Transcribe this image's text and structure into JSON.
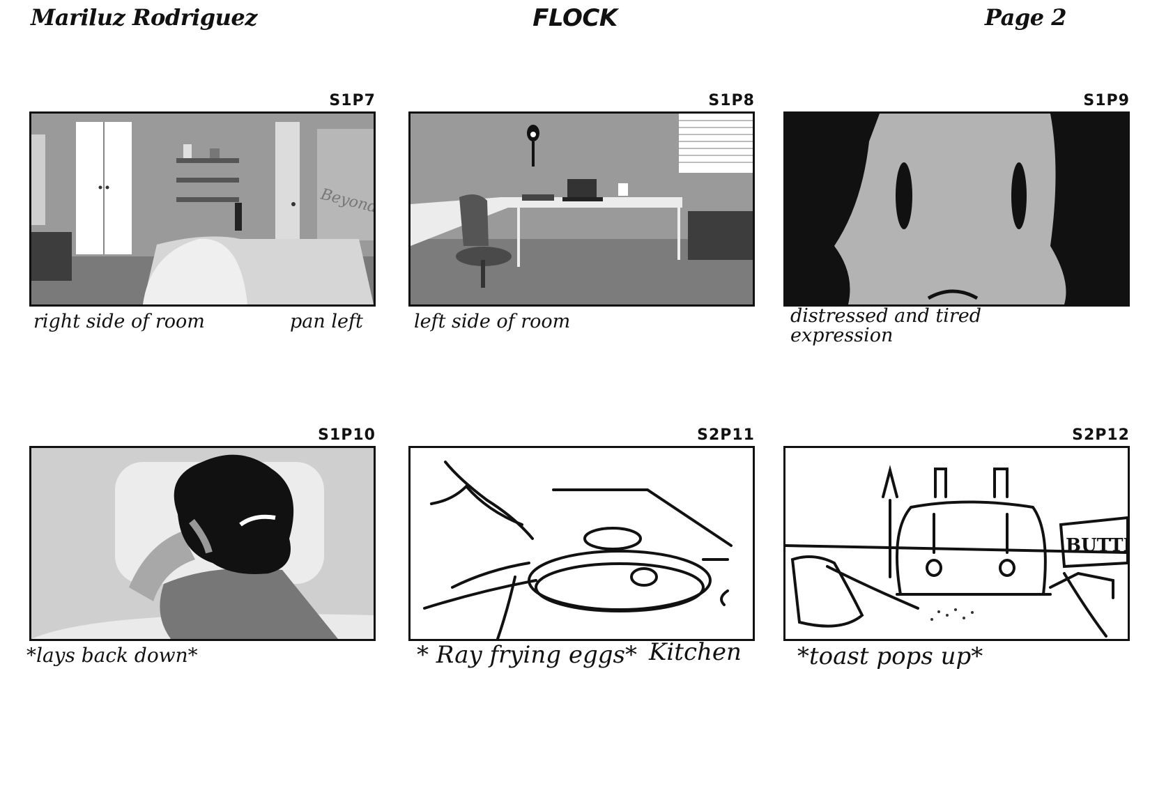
{
  "header": {
    "artist": "Mariluz Rodriguez",
    "title": "FLOCK",
    "page": "Page 2"
  },
  "panels": [
    {
      "id": "S1P7",
      "captions": [
        "right side of room",
        "pan left"
      ]
    },
    {
      "id": "S1P8",
      "captions": [
        "left side of room"
      ]
    },
    {
      "id": "S1P9",
      "captions": [
        "distressed and tired expression"
      ]
    },
    {
      "id": "S1P10",
      "captions": [
        "*lays back down*"
      ]
    },
    {
      "id": "S2P11",
      "captions": [
        "* Ray frying eggs*",
        "Kitchen"
      ]
    },
    {
      "id": "S2P12",
      "captions": [
        "*toast pops up*"
      ]
    }
  ],
  "drawing_text": {
    "poster": "Beyond T",
    "butter": "BUTTE"
  },
  "colors": {
    "ink": "#111111",
    "wall": "#9a9a9a",
    "wall_light": "#b5b5b5",
    "floor": "#808080",
    "paper": "#ffffff"
  }
}
